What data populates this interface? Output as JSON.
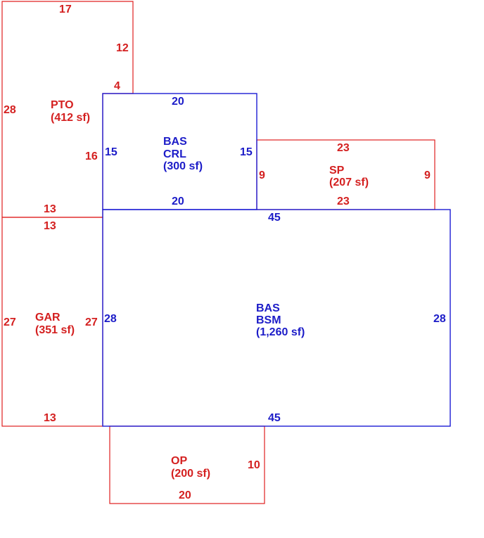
{
  "areas": {
    "pto": {
      "code": "PTO",
      "area": "(412 sf)",
      "color": "#d42020"
    },
    "bas_crl": {
      "code1": "BAS",
      "code2": "CRL",
      "area": "(300 sf)",
      "color": "#1c1cc8"
    },
    "sp": {
      "code": "SP",
      "area": "(207 sf)",
      "color": "#d42020"
    },
    "gar": {
      "code": "GAR",
      "area": "(351 sf)",
      "color": "#d42020"
    },
    "bas_bsm": {
      "code1": "BAS",
      "code2": "BSM",
      "area": "(1,260 sf)",
      "color": "#1c1cc8"
    },
    "op": {
      "code": "OP",
      "area": "(200 sf)",
      "color": "#d42020"
    }
  },
  "dimensions": {
    "pto_top": "17",
    "pto_right_upper": "12",
    "pto_step": "4",
    "pto_left": "28",
    "pto_right_lower": "16",
    "pto_bottom": "13",
    "crl_top": "20",
    "crl_left": "15",
    "crl_right": "15",
    "crl_bottom": "20",
    "sp_top": "23",
    "sp_left": "9",
    "sp_right": "9",
    "sp_bottom": "23",
    "gar_top": "13",
    "gar_left": "27",
    "gar_right": "27",
    "gar_bottom": "13",
    "bsm_top": "45",
    "bsm_left": "28",
    "bsm_right": "28",
    "bsm_bottom": "45",
    "op_right": "10",
    "op_bottom": "20"
  }
}
